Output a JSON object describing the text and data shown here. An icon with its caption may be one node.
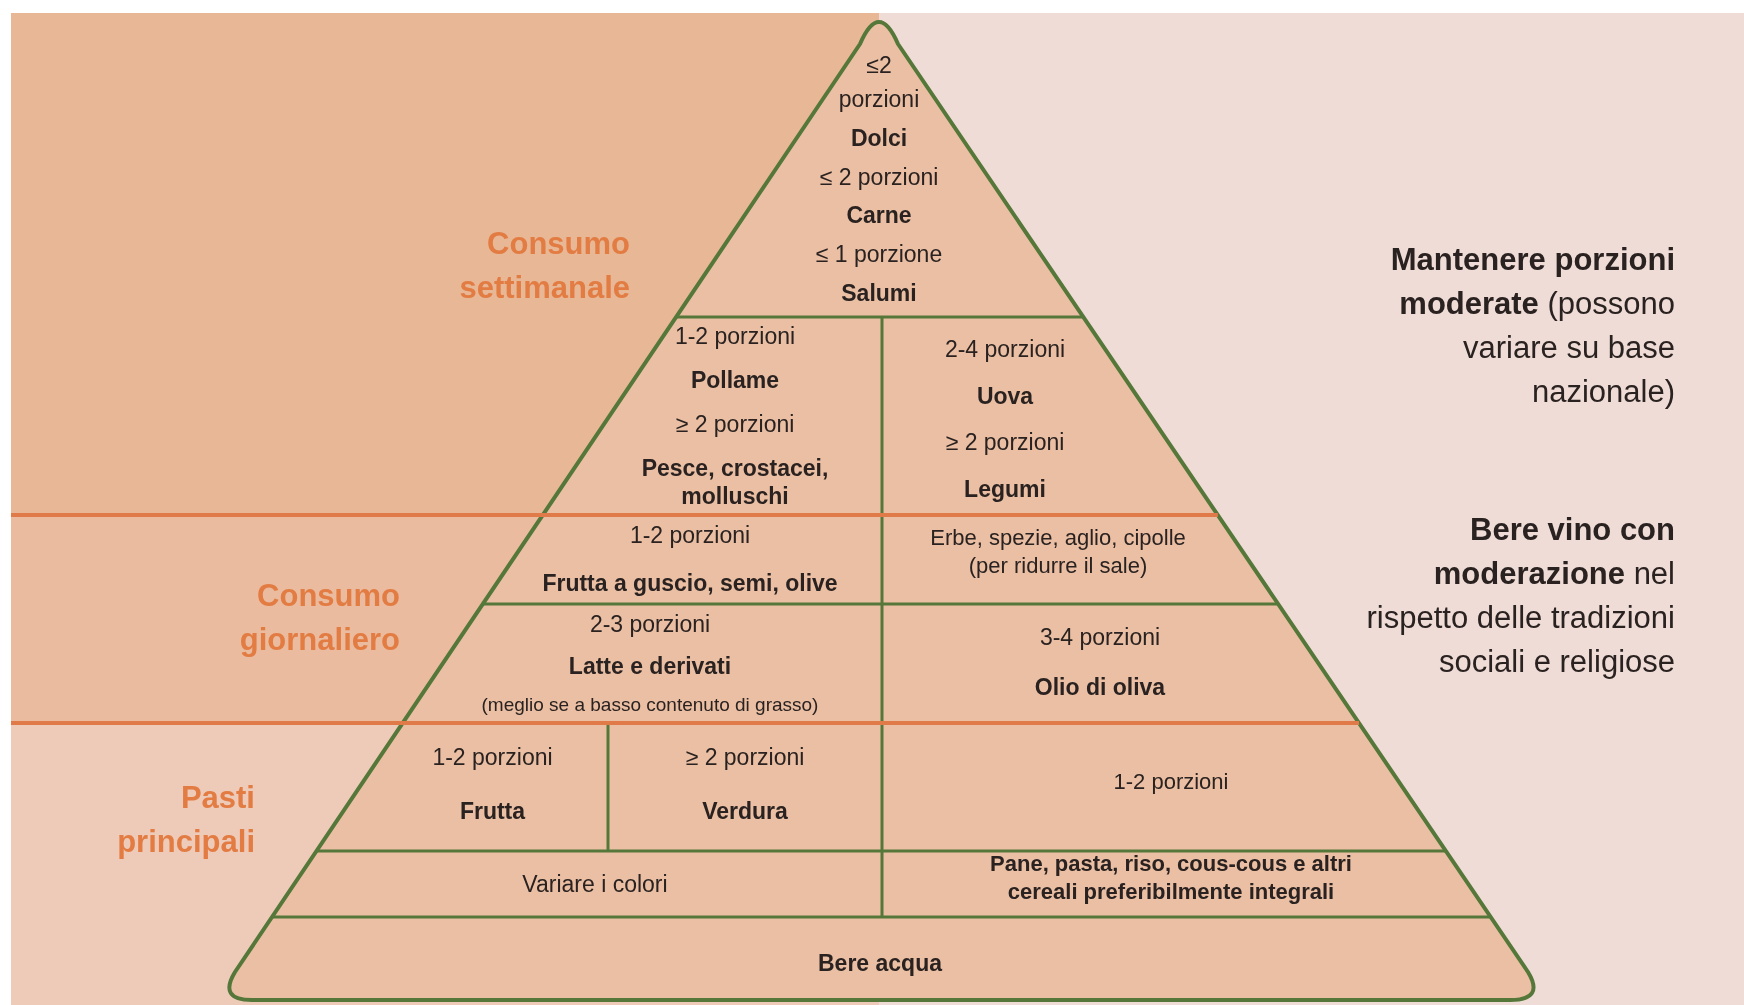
{
  "diagram": {
    "nodes": [
      {
        "text": [
          "≤2 porzioni",
          "Dolci",
          "≤ 2 porzioni",
          "Carne",
          "≤ 1 porzione",
          "Salumi"
        ]
      },
      {
        "text": [
          "1-2 porzioni",
          "Pollame",
          "≥ 2 porzioni",
          "Pesce, crostacei, molluschi"
        ]
      },
      {
        "text": [
          "2-4 porzioni",
          "Uova",
          "≥ 2 porzioni",
          "Legumi"
        ]
      },
      {
        "text": [
          "1-2 porzioni",
          "Frutta a guscio, semi, olive"
        ]
      },
      {
        "text": [
          "Erbe, spezie, aglio, cipolle",
          "(per ridurre il sale)"
        ]
      },
      {
        "text": [
          "2-3 porzioni",
          "Latte e derivati",
          "(meglio se a basso contenuto di grasso)"
        ]
      },
      {
        "text": [
          "3-4 porzioni",
          "Olio di oliva"
        ]
      },
      {
        "text": [
          "1-2 porzioni",
          "Frutta"
        ]
      },
      {
        "text": [
          "≥ 2 porzioni",
          "Verdura"
        ]
      },
      {
        "text": [
          "Variare i colori"
        ]
      },
      {
        "text": [
          "1-2 porzioni",
          "Pane, pasta, riso, cous-cous e altri cereali preferibilmente integrali"
        ]
      },
      {
        "text": [
          "Bere acqua"
        ]
      }
    ],
    "labels": [
      "Consumo settimanale",
      "**Mantenere porzioni moderate** (possono variare su base nazionale)",
      "**Bere vino con moderazione** nel rispetto delle tradizioni sociali e religiose",
      "Consumo giornaliero",
      "Pasti principali"
    ]
  }
}
